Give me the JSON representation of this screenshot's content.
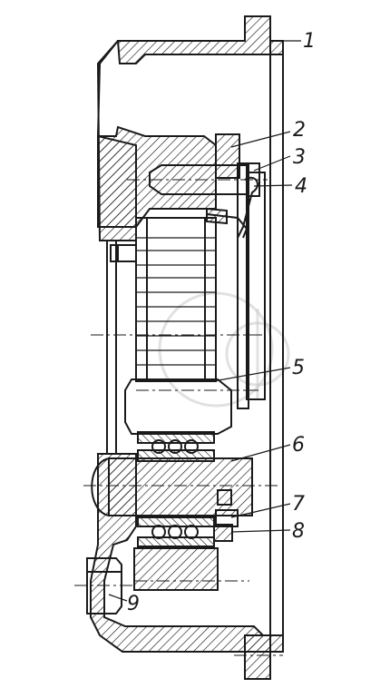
{
  "callouts": [
    {
      "id": "1",
      "label": "1"
    },
    {
      "id": "2",
      "label": "2"
    },
    {
      "id": "3",
      "label": "3"
    },
    {
      "id": "4",
      "label": "4"
    },
    {
      "id": "5",
      "label": "5"
    },
    {
      "id": "6",
      "label": "6"
    },
    {
      "id": "7",
      "label": "7"
    },
    {
      "id": "8",
      "label": "8"
    },
    {
      "id": "9",
      "label": "9"
    }
  ],
  "colors": {
    "ink": "#1a1a1a",
    "paper": "#ffffff",
    "watermark": "#c9c9c9"
  }
}
